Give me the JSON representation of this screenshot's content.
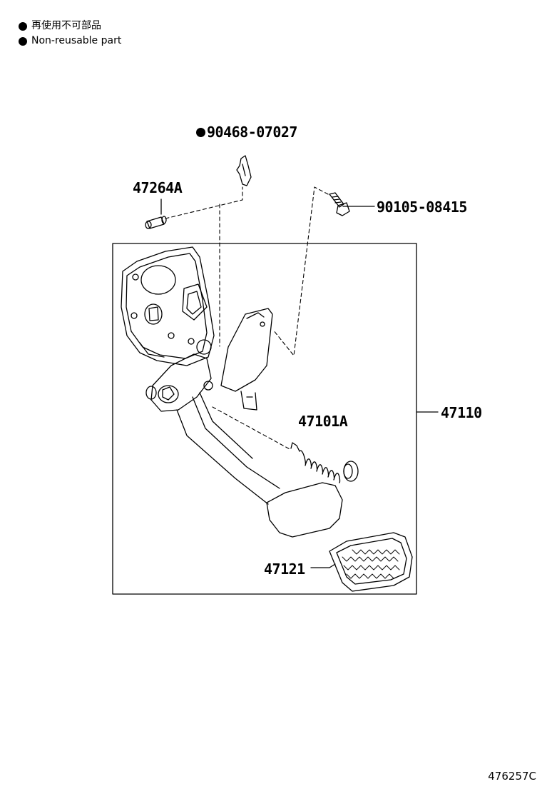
{
  "legend": {
    "jp": "再使用不可部品",
    "en": "Non-reusable part",
    "marker_color": "#000000"
  },
  "parts": {
    "clip": "90468-07027",
    "pin": "47264A",
    "bolt": "90105-08415",
    "spring": "47101A",
    "assembly": "47110",
    "pad": "47121"
  },
  "figure_code": "476257C"
}
